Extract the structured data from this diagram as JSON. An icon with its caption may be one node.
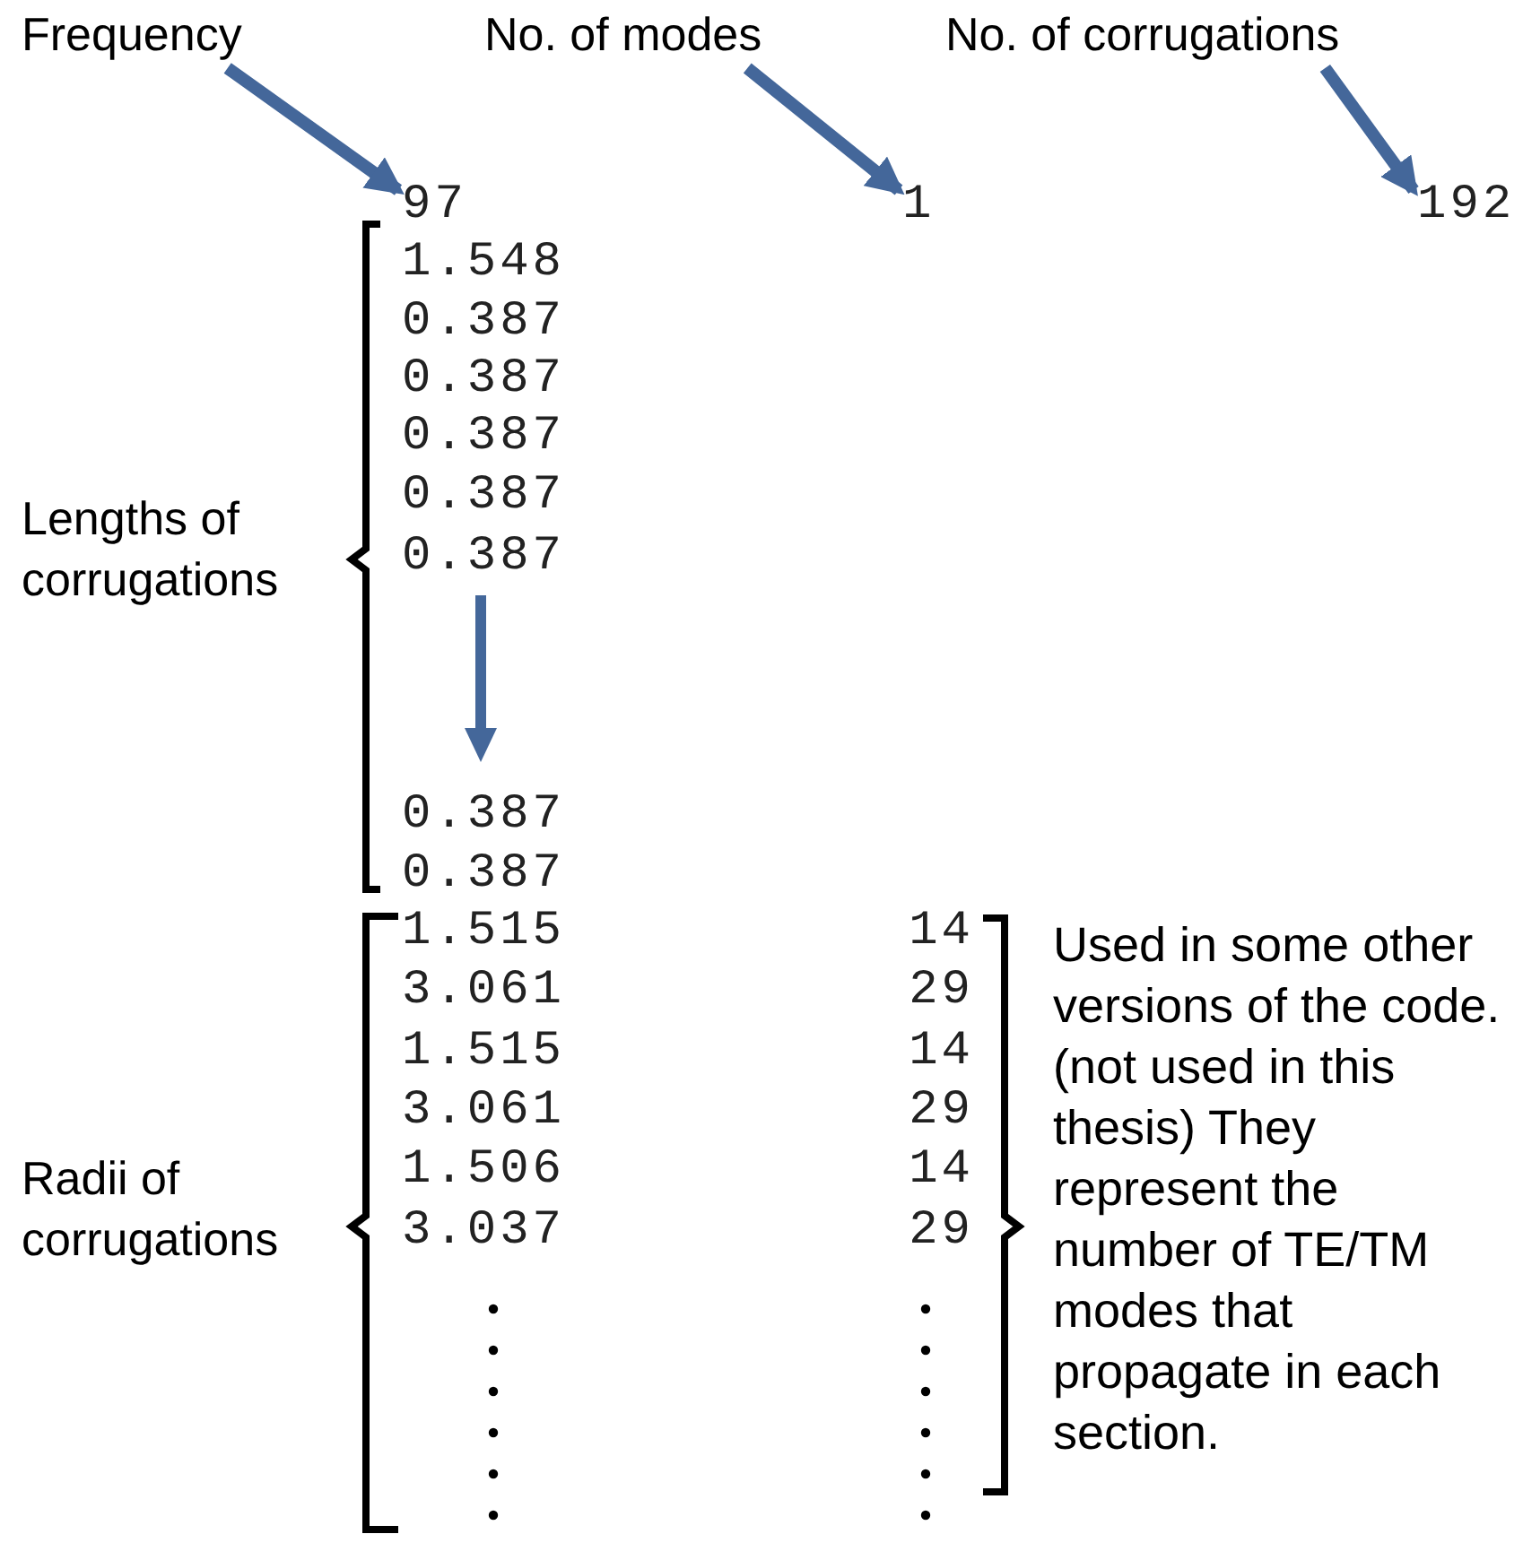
{
  "diagram": {
    "nodes": [
      {
        "text": [
          "Frequency"
        ]
      },
      {
        "text": [
          "97"
        ]
      },
      {
        "text": [
          "No. of modes"
        ]
      },
      {
        "text": [
          "1"
        ]
      },
      {
        "text": [
          "No. of corrugations"
        ]
      },
      {
        "text": [
          "192"
        ]
      }
    ],
    "edges": [
      {
        "from": 0,
        "to": 1,
        "arrow": "to"
      },
      {
        "from": 2,
        "to": 3,
        "arrow": "to"
      },
      {
        "from": 4,
        "to": 5,
        "arrow": "to"
      }
    ],
    "labels": [
      "1.548",
      "0.387",
      "0.387",
      "0.387",
      "0.387",
      "0.387",
      "0.387",
      "0.387",
      "1.515",
      "14",
      "3.061",
      "29",
      "1.515",
      "14",
      "3.061",
      "29",
      "1.506",
      "14",
      "3.037",
      "29",
      "Lengths of corrugations",
      "Radii of corrugations",
      "Used in some other versions of the code. (not used in this thesis) They represent the number of TE/TM modes that propagate in each section."
    ]
  }
}
